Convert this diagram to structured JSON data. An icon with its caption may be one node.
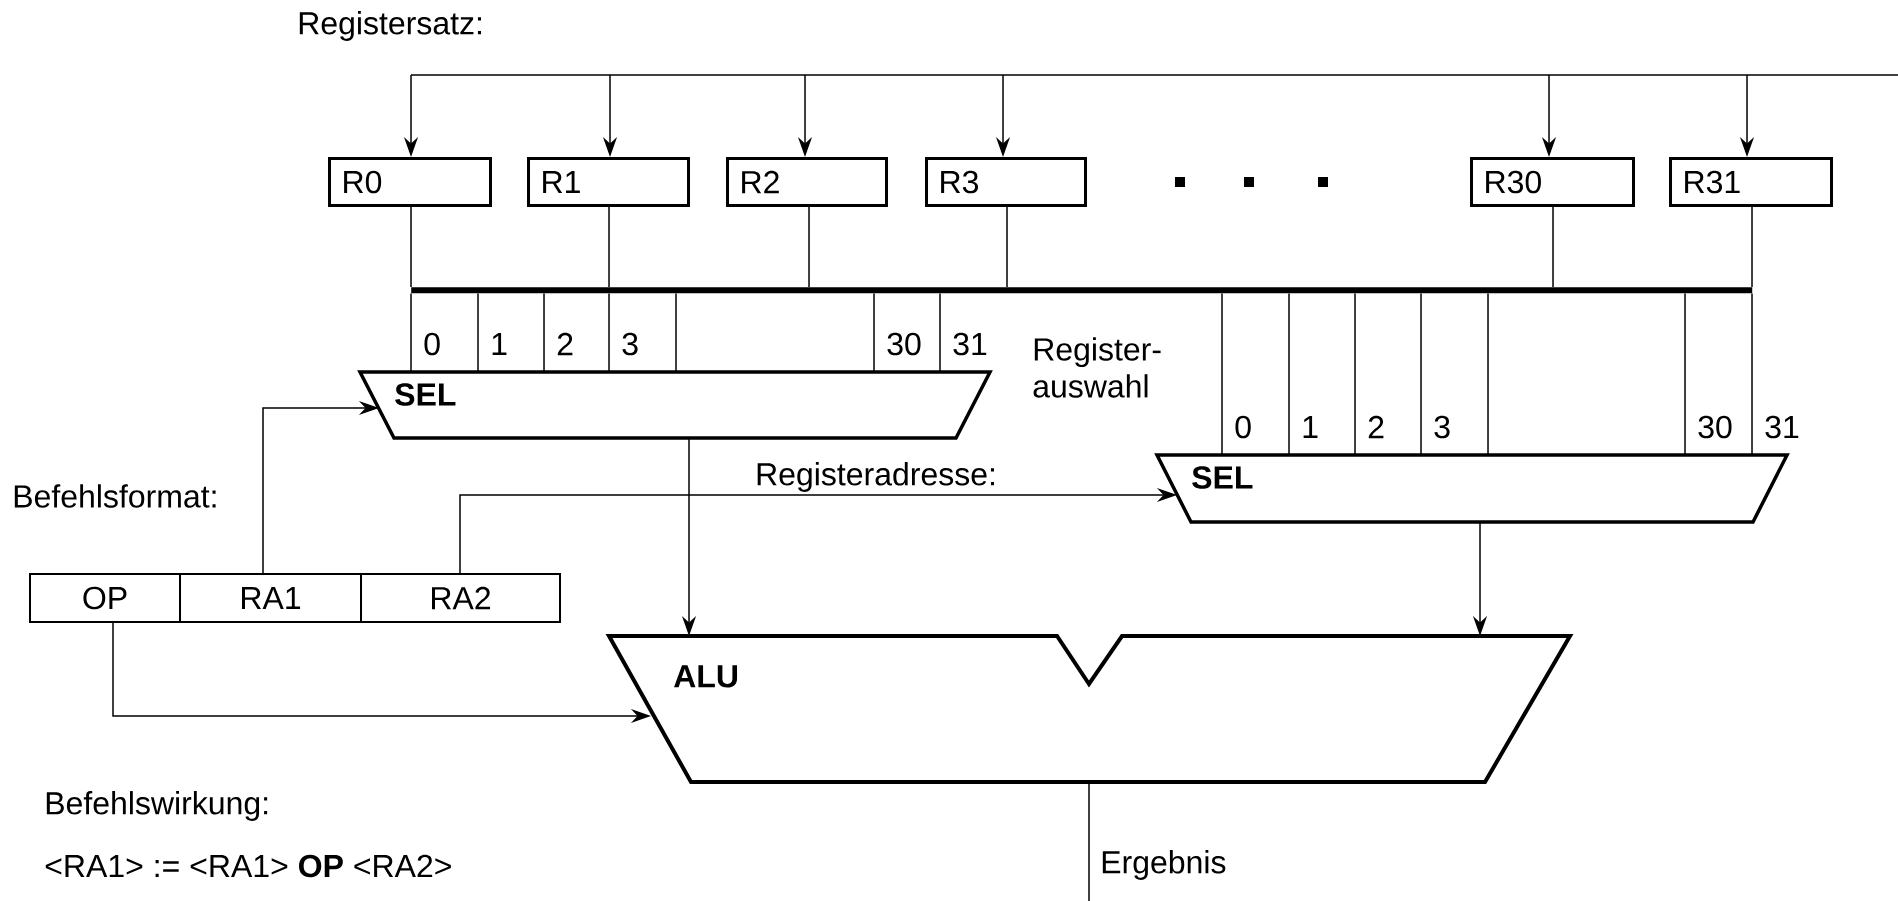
{
  "diagram": {
    "nodes": [
      {
        "text": [
          "R0"
        ]
      },
      {
        "text": [
          "R1"
        ]
      },
      {
        "text": [
          "R2"
        ]
      },
      {
        "text": [
          "R3"
        ]
      },
      {
        "text": [
          "R30"
        ]
      },
      {
        "text": [
          "R31"
        ]
      },
      {
        "text": [],
        "shape": "bar"
      },
      {
        "text": [
          "SEL"
        ]
      },
      {
        "text": [
          "SEL"
        ]
      },
      {
        "text": [
          "ALU"
        ]
      },
      {
        "text": [
          "OP"
        ]
      },
      {
        "text": [
          "RA1"
        ]
      },
      {
        "text": [
          "RA2"
        ]
      }
    ],
    "edges": [
      {
        "from": null,
        "to": 0,
        "arrow": "to"
      },
      {
        "from": null,
        "to": 1,
        "arrow": "to"
      },
      {
        "from": null,
        "to": 2,
        "arrow": "to"
      },
      {
        "from": null,
        "to": 3,
        "arrow": "to"
      },
      {
        "from": null,
        "to": 4,
        "arrow": "to"
      },
      {
        "from": null,
        "to": 5,
        "arrow": "to"
      },
      {
        "from": 0,
        "to": 6,
        "arrow": "none"
      },
      {
        "from": 1,
        "to": 6,
        "arrow": "none"
      },
      {
        "from": 2,
        "to": 6,
        "arrow": "none"
      },
      {
        "from": 3,
        "to": 6,
        "arrow": "none"
      },
      {
        "from": 4,
        "to": 6,
        "arrow": "none"
      },
      {
        "from": 5,
        "to": 6,
        "arrow": "none"
      },
      {
        "from": 6,
        "to": 7,
        "arrow": "none",
        "label": "0"
      },
      {
        "from": 6,
        "to": 7,
        "arrow": "none",
        "label": "1"
      },
      {
        "from": 6,
        "to": 7,
        "arrow": "none",
        "label": "2"
      },
      {
        "from": 6,
        "to": 7,
        "arrow": "none",
        "label": "3"
      },
      {
        "from": 6,
        "to": 7,
        "arrow": "none"
      },
      {
        "from": 6,
        "to": 7,
        "arrow": "none",
        "label": "30"
      },
      {
        "from": 6,
        "to": 7,
        "arrow": "none",
        "label": "31"
      },
      {
        "from": 6,
        "to": 8,
        "arrow": "none",
        "label": "0"
      },
      {
        "from": 6,
        "to": 8,
        "arrow": "none",
        "label": "1"
      },
      {
        "from": 6,
        "to": 8,
        "arrow": "none",
        "label": "2"
      },
      {
        "from": 6,
        "to": 8,
        "arrow": "none",
        "label": "3"
      },
      {
        "from": 6,
        "to": 8,
        "arrow": "none"
      },
      {
        "from": 6,
        "to": 8,
        "arrow": "none",
        "label": "30"
      },
      {
        "from": 6,
        "to": 8,
        "arrow": "none",
        "label": "31"
      },
      {
        "from": 11,
        "to": 7,
        "arrow": "to"
      },
      {
        "from": 12,
        "to": 8,
        "arrow": "to",
        "label": "Registeradresse:"
      },
      {
        "from": 10,
        "to": 9,
        "arrow": "to"
      },
      {
        "from": 7,
        "to": 9,
        "arrow": "to"
      },
      {
        "from": 8,
        "to": 9,
        "arrow": "to"
      },
      {
        "from": 9,
        "to": null,
        "arrow": "none",
        "label": "Ergebnis"
      }
    ],
    "labels": [
      "Registersatz:",
      "Register- auswahl",
      "Befehlsformat:",
      "Befehlswirkung:",
      "<RA1> := <RA1> **OP** <RA2>"
    ]
  }
}
